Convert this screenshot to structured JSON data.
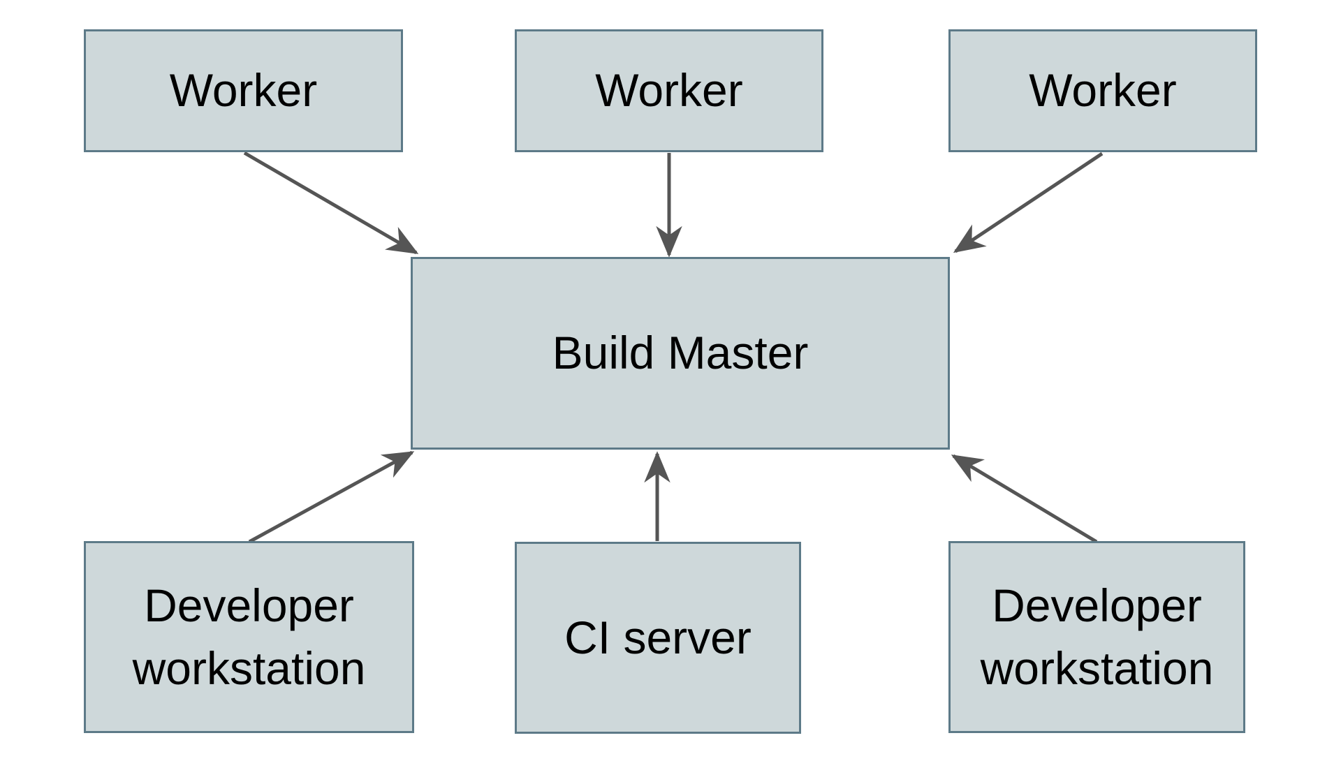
{
  "diagram": {
    "colors": {
      "background": "#ffffff",
      "node_fill": "#ced8da",
      "node_border": "#5d7a88",
      "arrow": "#555555",
      "text": "#000000"
    },
    "nodes": [
      {
        "id": "worker-1",
        "label": "Worker"
      },
      {
        "id": "worker-2",
        "label": "Worker"
      },
      {
        "id": "worker-3",
        "label": "Worker"
      },
      {
        "id": "build-master",
        "label": "Build Master"
      },
      {
        "id": "developer-workstation-1",
        "label": "Developer workstation"
      },
      {
        "id": "ci-server",
        "label": "CI server"
      },
      {
        "id": "developer-workstation-2",
        "label": "Developer workstation"
      }
    ],
    "edges": [
      {
        "from": "worker-1",
        "to": "build-master"
      },
      {
        "from": "worker-2",
        "to": "build-master"
      },
      {
        "from": "worker-3",
        "to": "build-master"
      },
      {
        "from": "developer-workstation-1",
        "to": "build-master"
      },
      {
        "from": "ci-server",
        "to": "build-master"
      },
      {
        "from": "developer-workstation-2",
        "to": "build-master"
      }
    ]
  }
}
